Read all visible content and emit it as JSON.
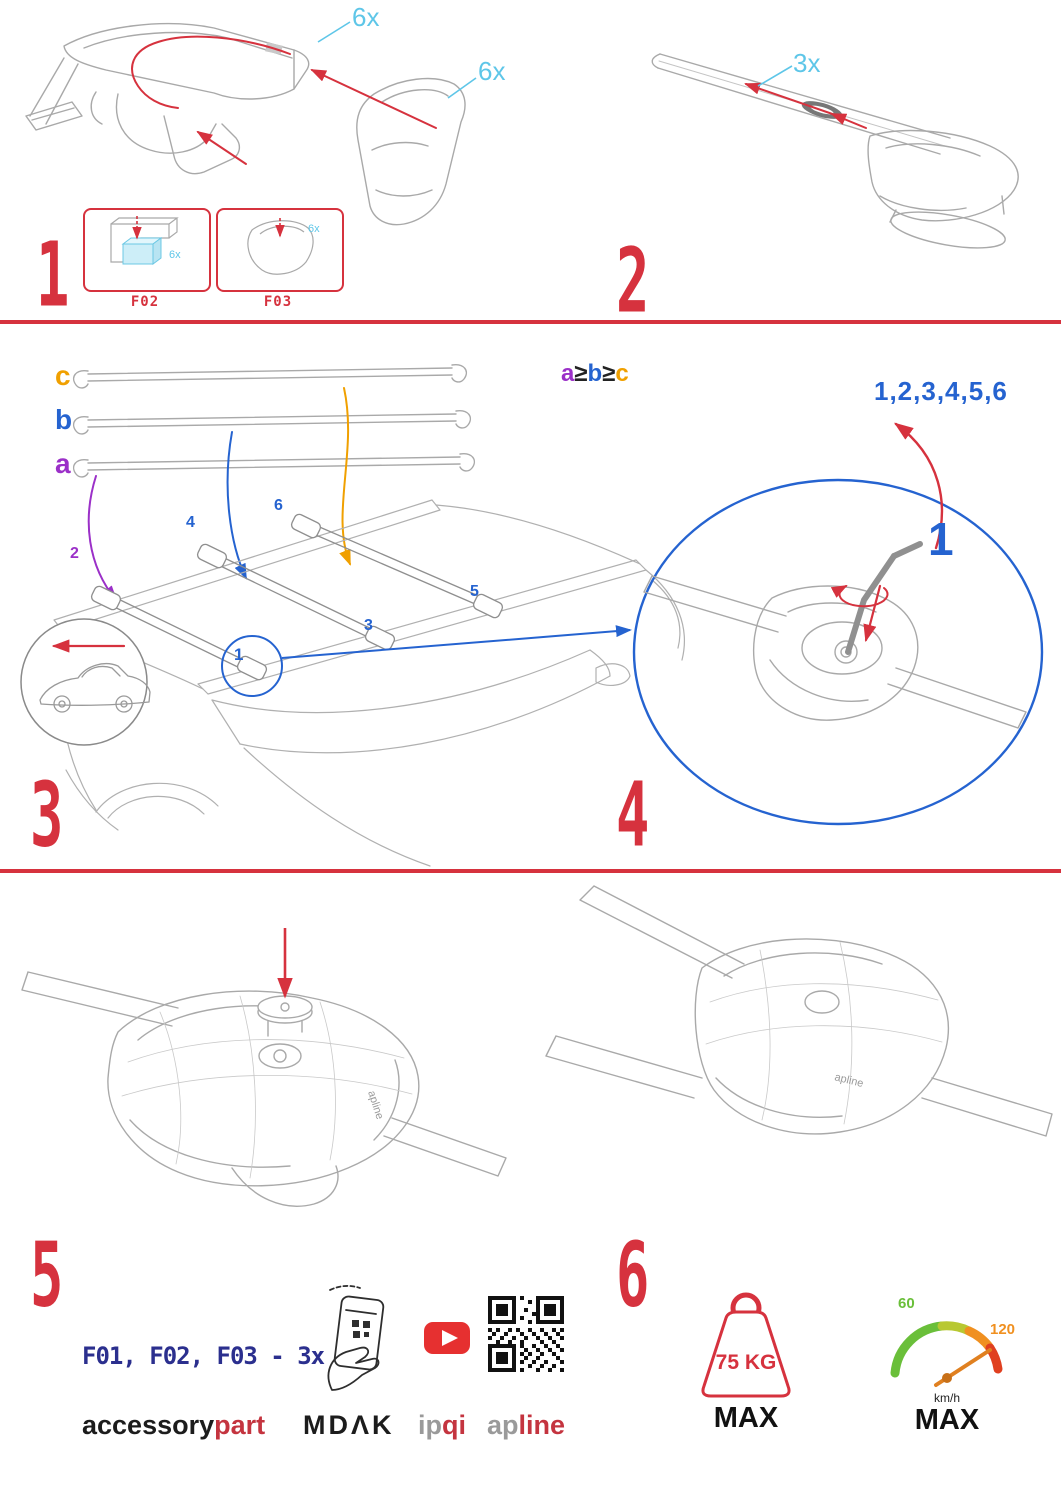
{
  "colors": {
    "accent_red": "#d6323e",
    "cyan": "#5ec6e8",
    "blue": "#2563d0",
    "purple": "#9b30c8",
    "orange": "#f0a000",
    "navy": "#2b2f8e",
    "green": "#6abf3a",
    "sketch_gray": "#a9a9a9"
  },
  "step1": {
    "number": "1",
    "qty_a": "6x",
    "qty_b": "6x",
    "box1_label": "F02",
    "box2_label": "F03",
    "box1_qty": "6x",
    "box2_qty": "6x"
  },
  "step2": {
    "number": "2",
    "qty": "3x"
  },
  "step3": {
    "number": "3",
    "bar_a": "a",
    "bar_b": "b",
    "bar_c": "c",
    "rule_a": "a",
    "rule_ge1": "≥",
    "rule_b": "b",
    "rule_ge2": "≥",
    "rule_c": "c",
    "pos1": "1",
    "pos2": "2",
    "pos3": "3",
    "pos4": "4",
    "pos5": "5",
    "pos6": "6"
  },
  "step4": {
    "number": "4",
    "sequence": "1,2,3,4,5,6",
    "callout": "1"
  },
  "step5": {
    "number": "5",
    "foot_logo": "apline"
  },
  "step6": {
    "number": "6",
    "foot_logo": "apline"
  },
  "footer": {
    "parts_line": "F01, F02, F03 - 3x",
    "brand1_black": "accessory",
    "brand1_red": "part",
    "brand2": "MDΛK",
    "brand3_gray": "ip",
    "brand3_red": "qi",
    "brand4_gray": "ap",
    "brand4_red": "line",
    "weight_value": "75 KG",
    "weight_max": "MAX",
    "speed_low": "60",
    "speed_high": "120",
    "speed_unit": "km/h",
    "speed_max": "MAX"
  }
}
